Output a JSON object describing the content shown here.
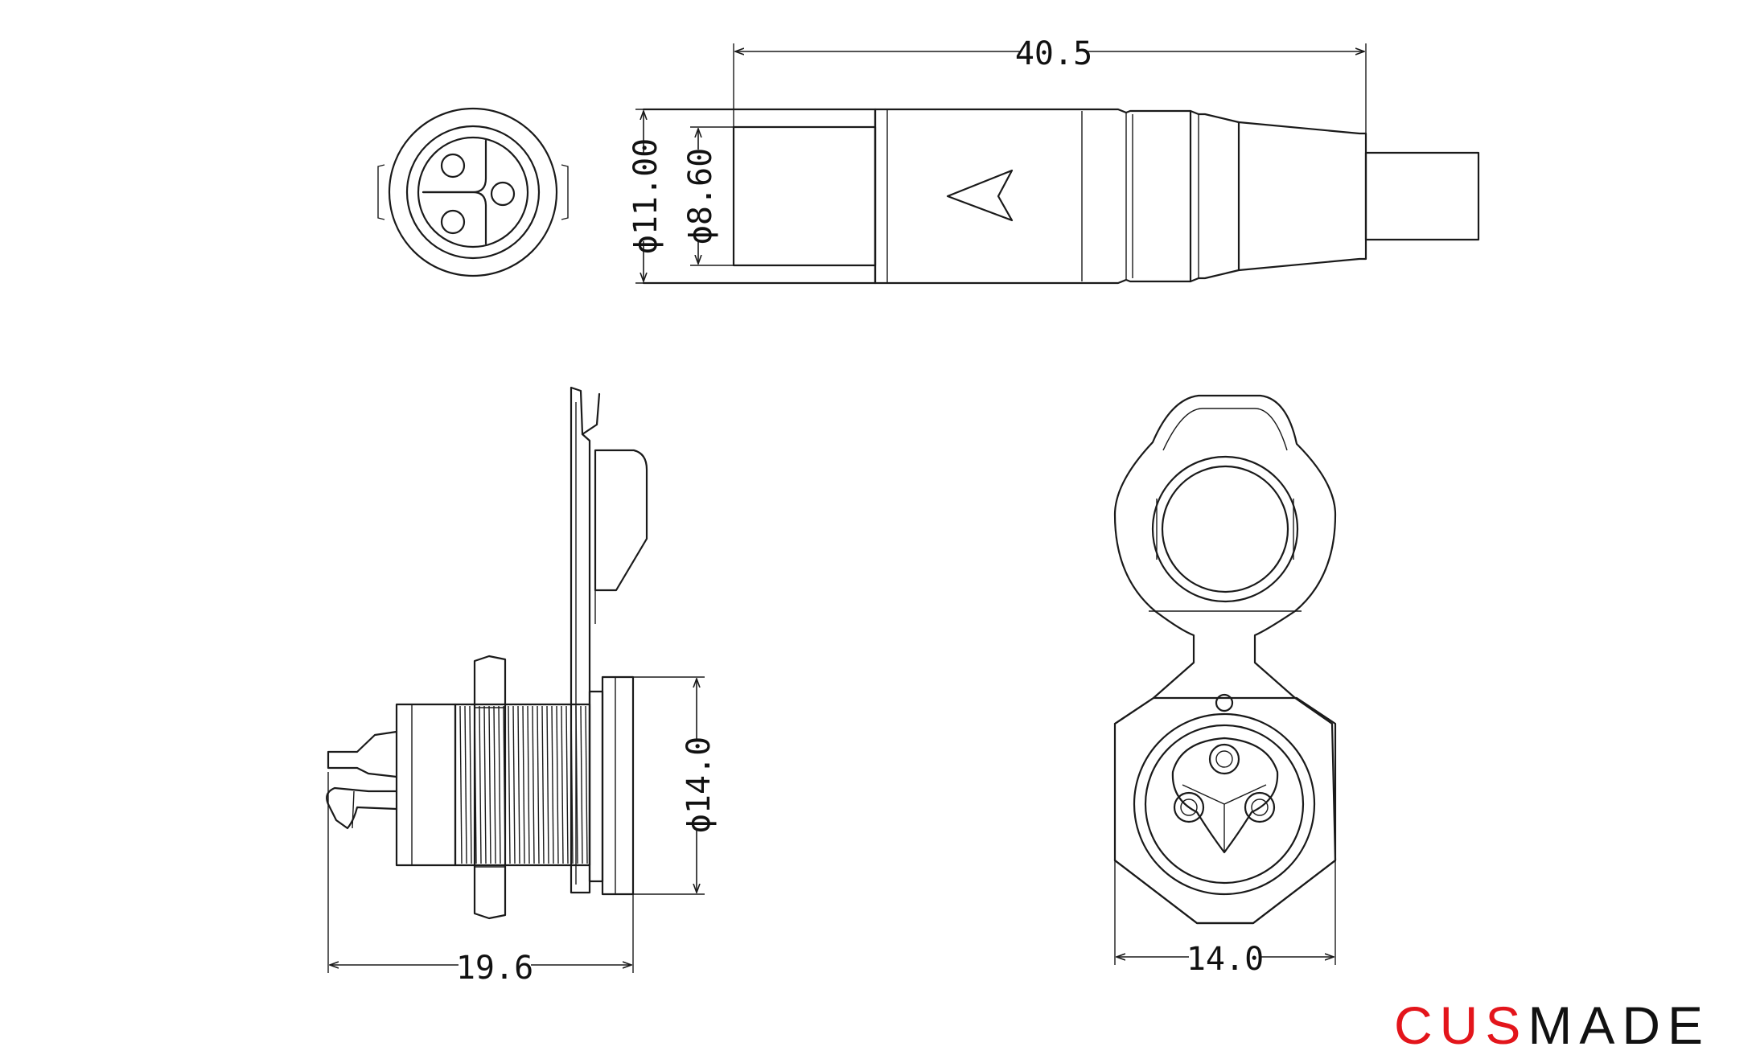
{
  "dimensions": {
    "overall_length": "40.5",
    "outer_diameter": "ϕ11.00",
    "inner_diameter": "ϕ8.60",
    "flange_diameter": "ϕ14.0",
    "socket_length": "19.6",
    "flange_width": "14.0"
  },
  "logo": {
    "part1": "CUS",
    "part2": "MADE",
    "accent_color": "#e3151b"
  }
}
